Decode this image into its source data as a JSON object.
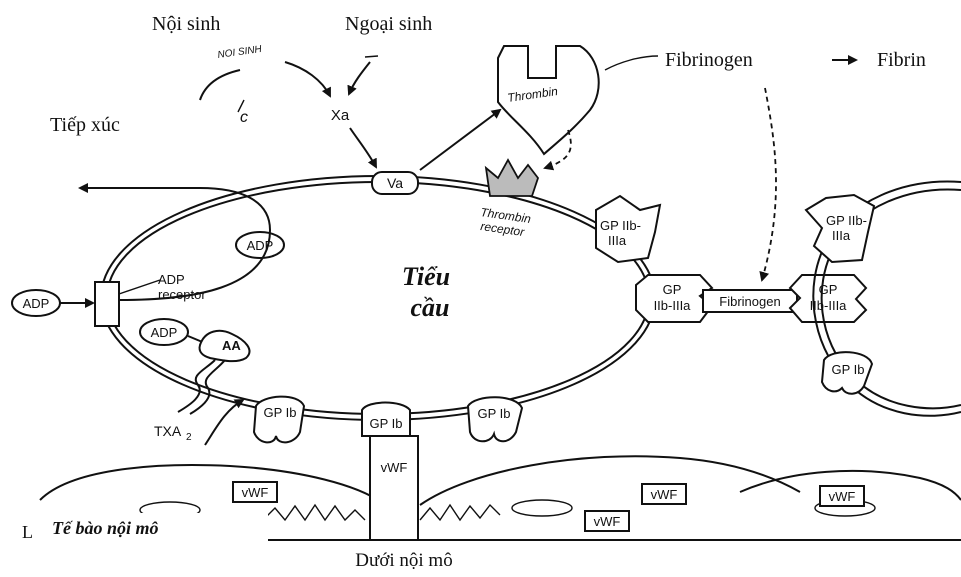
{
  "pathways": {
    "intrinsic": "Nội sinh",
    "extrinsic": "Ngoại sinh",
    "contact": "Tiếp xúc",
    "scribble": "NOI SINH",
    "scribble_c": "c"
  },
  "factors": {
    "xa": "Xa",
    "va": "Va",
    "thrombin": "Thrombin",
    "thrombin_receptor_1": "Thrombin",
    "thrombin_receptor_2": "receptor",
    "fibrinogen": "Fibrinogen",
    "fibrin": "Fibrin"
  },
  "platelet": {
    "label_1": "Tiểu",
    "label_2": "cầu",
    "adp_inside": "ADP",
    "adp_outside": "ADP",
    "adp_lower": "ADP",
    "adp_receptor_1": "ADP",
    "adp_receptor_2": "receptor",
    "aa": "AA",
    "txa": "TXA",
    "txa_sub": "2",
    "gp_iib_1": "GP IIb-",
    "gp_iib_2": "IIIa",
    "gp_left_1": "GP",
    "gp_left_2": "IIb-IIIa",
    "bridge_fibrinogen": "Fibrinogen",
    "gp_right_1": "GP",
    "gp_right_2": "IIb-IIIa",
    "gp_ib_left": "GP Ib",
    "gp_ib_center": "GP Ib",
    "gp_ib_right": "GP Ib"
  },
  "second_platelet": {
    "gp_iib_1": "GP IIb-",
    "gp_iib_2": "IIIa",
    "gp_ib": "GP Ib"
  },
  "endothelium": {
    "vwf_left": "vWF",
    "vwf_pillar": "vWF",
    "vwf_mid": "vWF",
    "vwf_mid_low": "vWF",
    "vwf_right": "vWF",
    "cell_label": "Tế bào nội mô",
    "subendothelium": "Dưới nội mô"
  }
}
